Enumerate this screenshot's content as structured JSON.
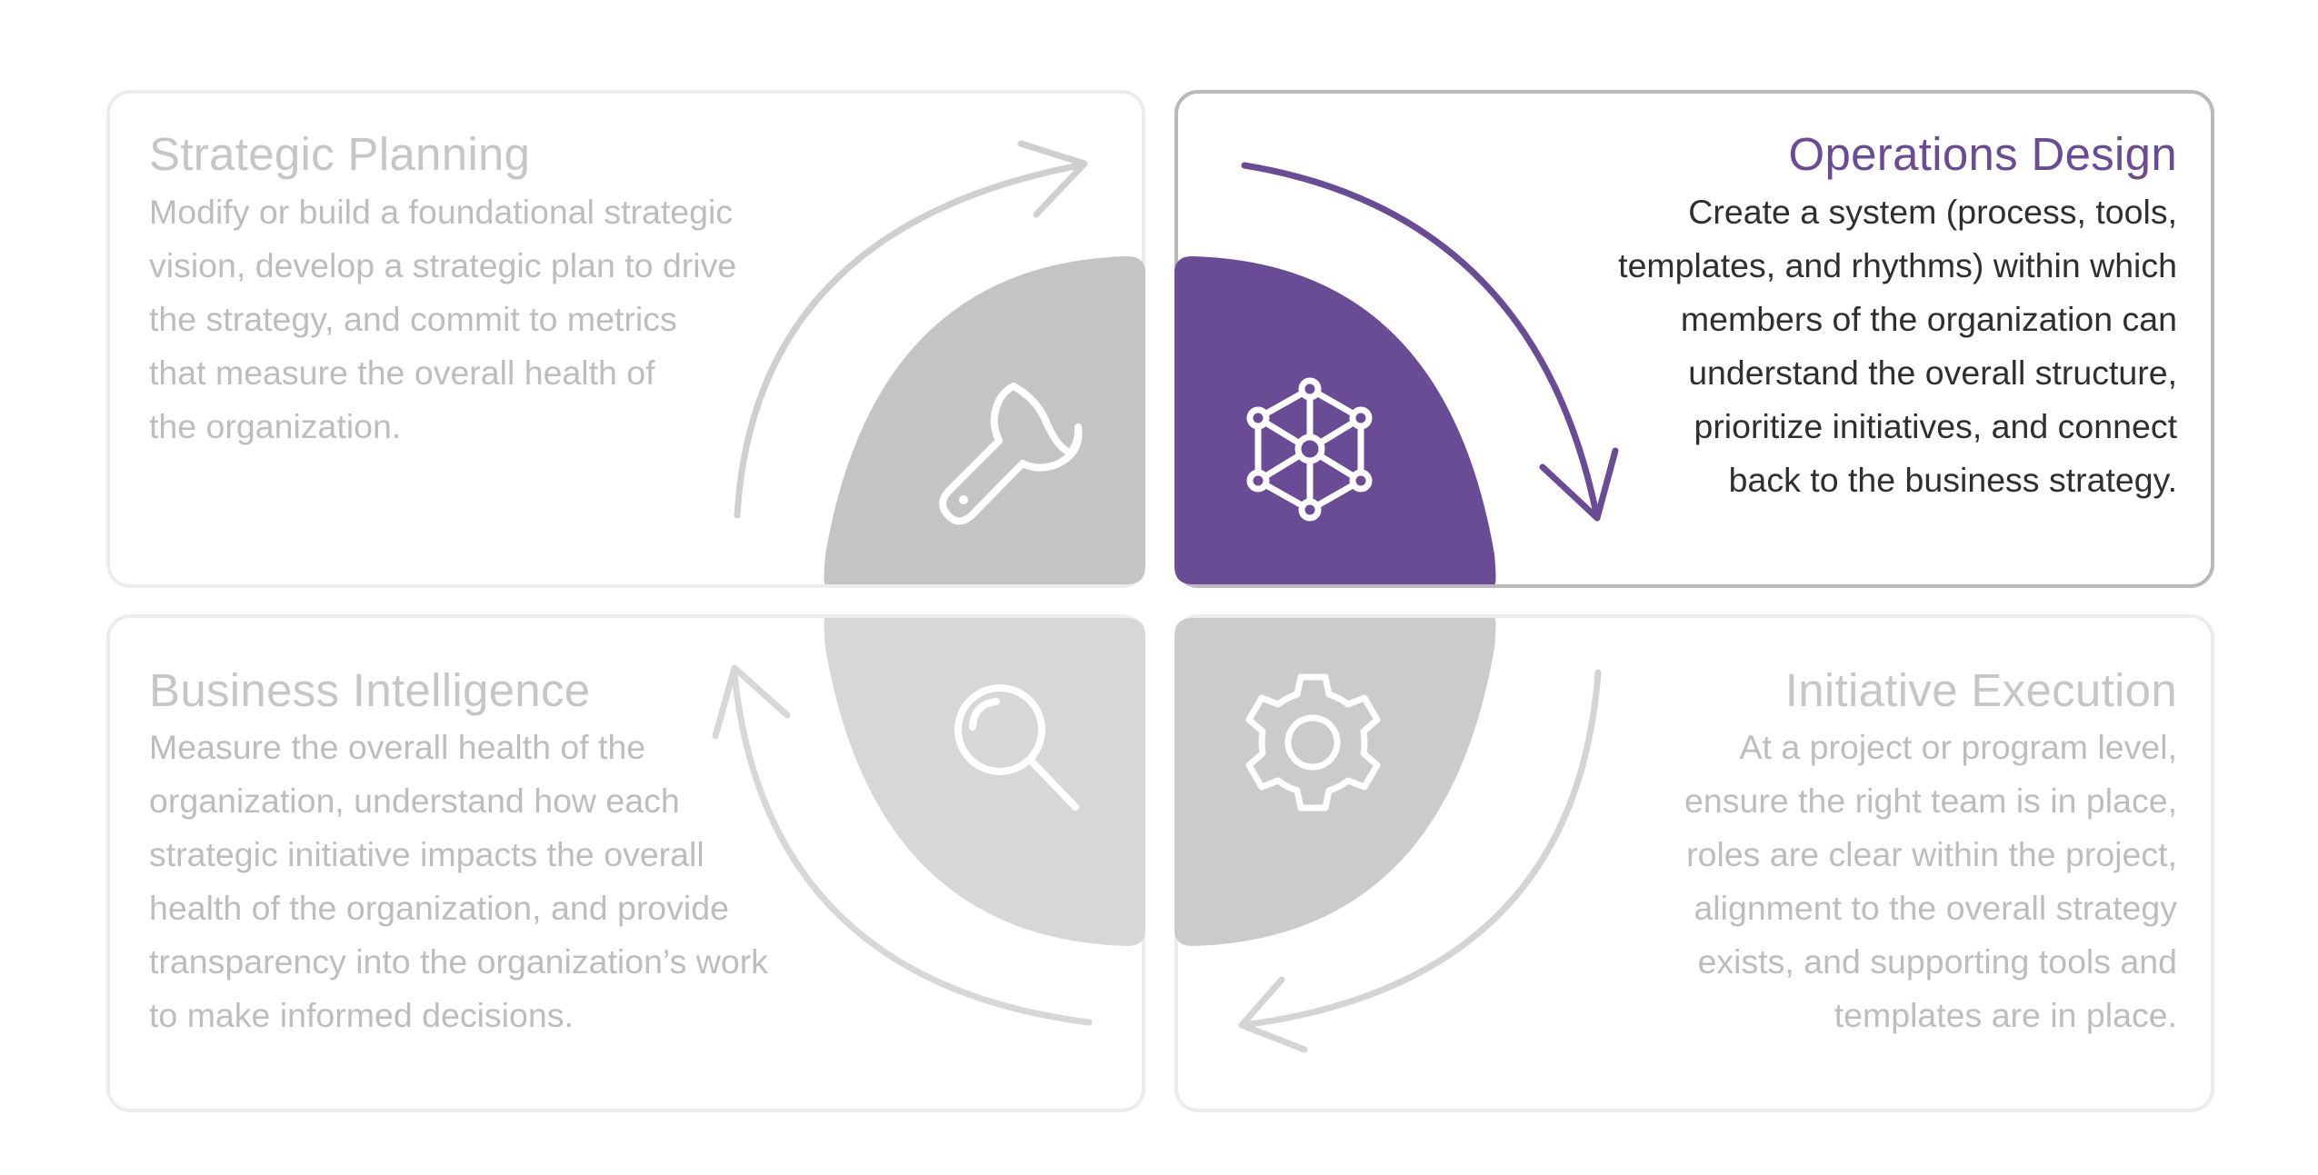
{
  "quadrants": {
    "strategic_planning": {
      "title": "Strategic Planning",
      "lines": [
        "Modify or build a foundational strategic",
        "vision, develop a strategic plan to drive",
        "the strategy, and commit to metrics",
        "that measure the overall health of",
        "the organization."
      ],
      "icon": "wrench-icon"
    },
    "operations_design": {
      "title": "Operations Design",
      "lines": [
        "Create a system (process, tools,",
        "templates, and rhythms) within which",
        "members of the organization can",
        "understand the overall structure,",
        "prioritize initiatives, and connect",
        "back to the business strategy."
      ],
      "icon": "network-icon",
      "highlighted": true
    },
    "business_intelligence": {
      "title": "Business Intelligence",
      "lines": [
        "Measure the overall health of the",
        "organization, understand how each",
        "strategic initiative impacts the overall",
        "health of the organization, and provide",
        "transparency into the organization’s work",
        "to make informed decisions."
      ],
      "icon": "magnifier-icon"
    },
    "initiative_execution": {
      "title": "Initiative Execution",
      "lines": [
        "At a project or program level,",
        "ensure the right team is in place,",
        "roles are clear within the project,",
        "alignment to the overall strategy",
        "exists, and supporting tools and",
        "templates are in place."
      ],
      "icon": "gear-icon"
    }
  },
  "colors": {
    "accent": "#6a4c96",
    "muted_fill": "#c4c4c6",
    "muted_fill_light": "#d7d7d9",
    "muted_text": "#bdbdbf",
    "body_text": "#2f2f33",
    "border": "#ececec",
    "border_active": "#b9b9bb"
  }
}
